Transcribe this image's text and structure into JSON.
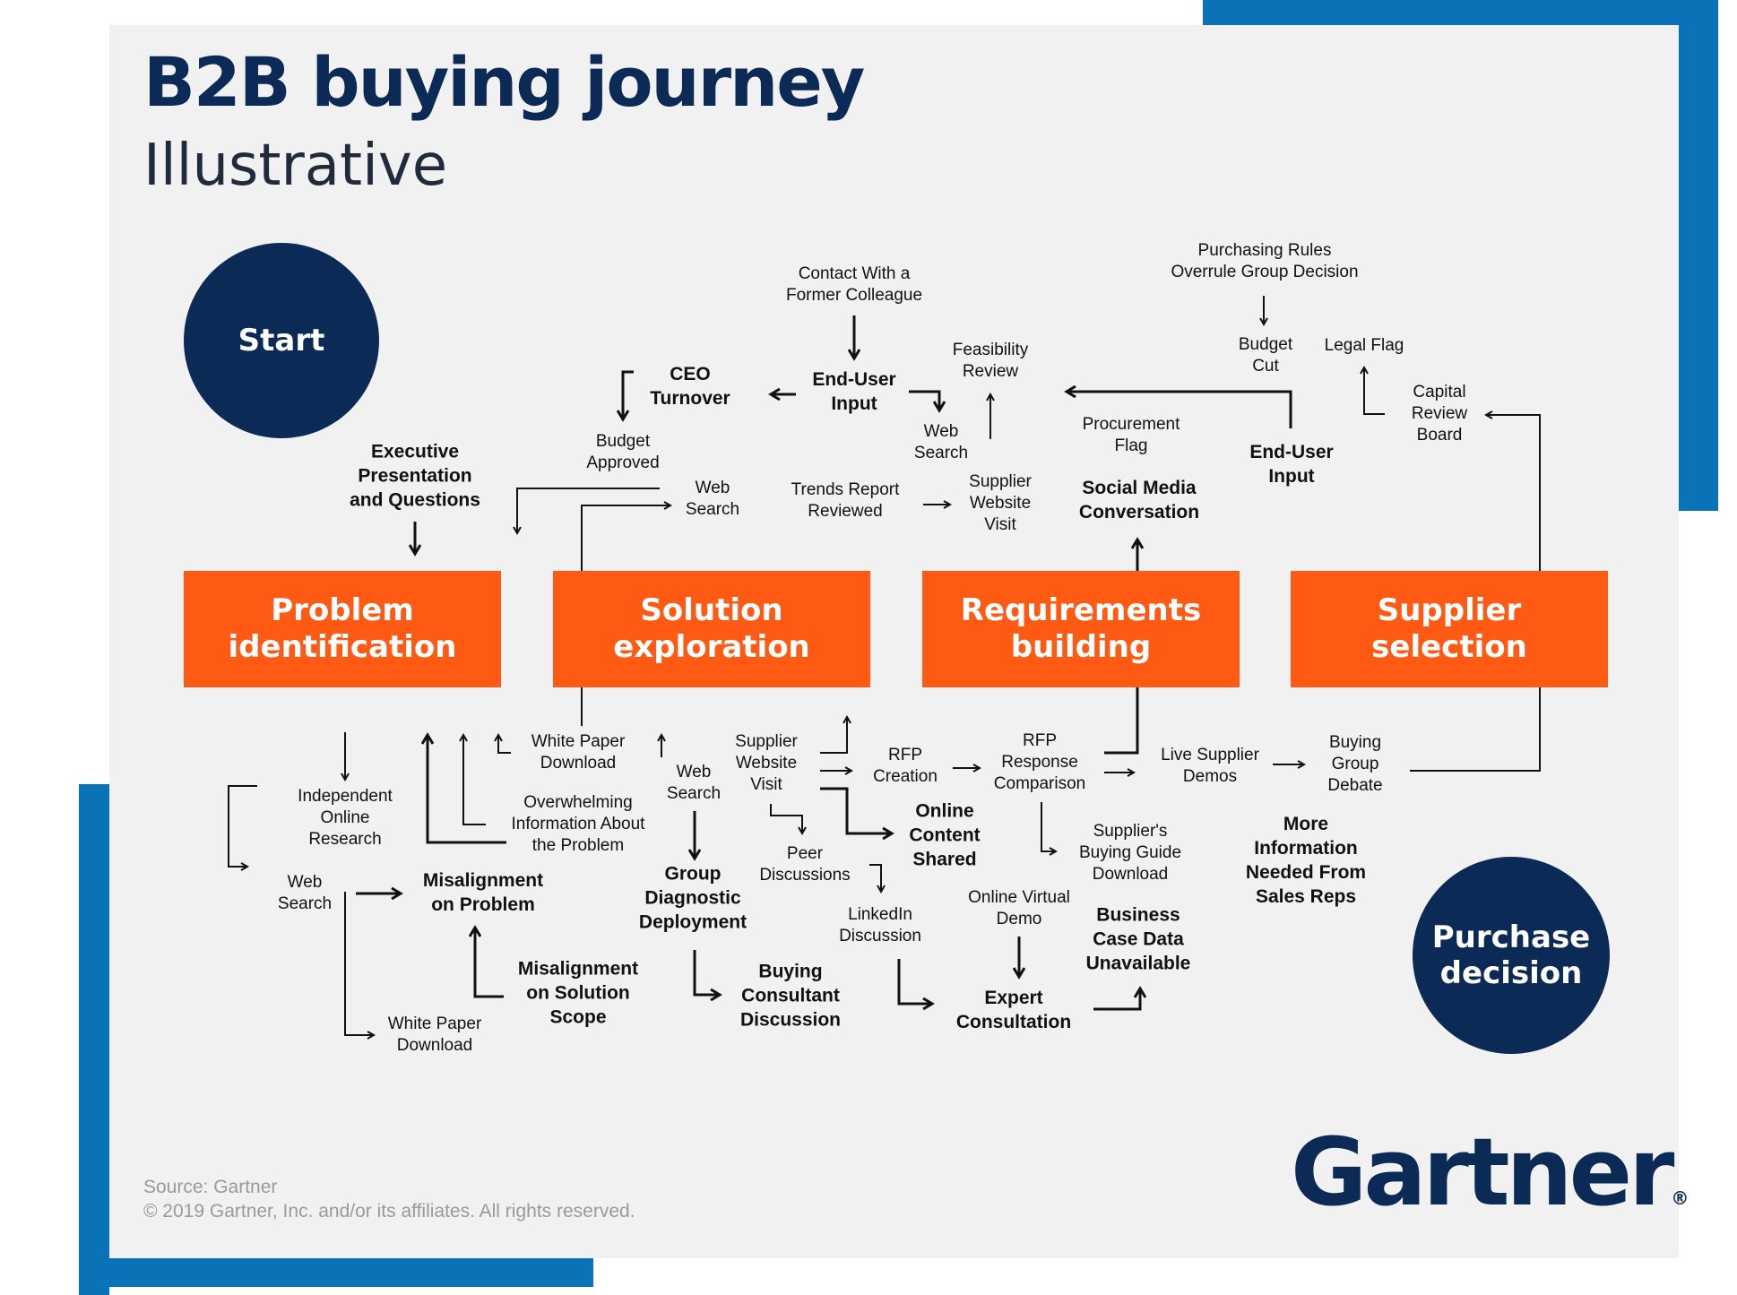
{
  "header": {
    "title": "B2B buying journey",
    "subtitle": "Illustrative"
  },
  "milestones": {
    "start": "Start",
    "end": "Purchase\ndecision"
  },
  "stages": [
    {
      "label": "Problem\nidentification"
    },
    {
      "label": "Solution\nexploration"
    },
    {
      "label": "Requirements\nbuilding"
    },
    {
      "label": "Supplier\nselection"
    }
  ],
  "labels": {
    "exec_presentation": "Executive\nPresentation\nand Questions",
    "ceo_turnover": "CEO\nTurnover",
    "budget_approved": "Budget\nApproved",
    "contact_colleague": "Contact With a\nFormer Colleague",
    "end_user_input_1": "End-User\nInput",
    "feasibility_review": "Feasibility\nReview",
    "web_search_top_1": "Web\nSearch",
    "web_search_top_2": "Web\nSearch",
    "trends_report": "Trends Report\nReviewed",
    "supplier_visit_top": "Supplier\nWebsite\nVisit",
    "procurement_flag": "Procurement\nFlag",
    "social_media": "Social Media\nConversation",
    "purchasing_rules": "Purchasing Rules\nOverrule Group Decision",
    "budget_cut": "Budget\nCut",
    "legal_flag": "Legal Flag",
    "end_user_input_2": "End-User\nInput",
    "capital_review": "Capital\nReview\nBoard",
    "independent_research": "Independent\nOnline\nResearch",
    "web_search_left": "Web\nSearch",
    "misalignment_problem": "Misalignment\non Problem",
    "white_paper_left": "White Paper\nDownload",
    "white_paper_mid": "White Paper\nDownload",
    "overwhelming_info": "Overwhelming\nInformation About\nthe Problem",
    "misalignment_scope": "Misalignment\non Solution\nScope",
    "web_search_mid": "Web\nSearch",
    "group_diagnostic": "Group\nDiagnostic\nDeployment",
    "buying_consultant": "Buying\nConsultant\nDiscussion",
    "supplier_visit_mid": "Supplier\nWebsite\nVisit",
    "peer_discussions": "Peer\nDiscussions",
    "rfp_creation": "RFP\nCreation",
    "online_content": "Online\nContent\nShared",
    "linkedin": "LinkedIn\nDiscussion",
    "rfp_response": "RFP\nResponse\nComparison",
    "supplier_guide": "Supplier's\nBuying Guide\nDownload",
    "online_demo": "Online Virtual\nDemo",
    "expert_consultation": "Expert\nConsultation",
    "business_case": "Business\nCase Data\nUnavailable",
    "live_demos": "Live Supplier\nDemos",
    "buying_group_debate": "Buying\nGroup\nDebate",
    "more_info": "More\nInformation\nNeeded From\nSales Reps"
  },
  "footer": {
    "source": "Source: Gartner",
    "copyright": "© 2019 Gartner, Inc. and/or its affiliates. All rights reserved.",
    "logo": "Gartner",
    "logo_mark": "®"
  },
  "colors": {
    "navy": "#0b2a55",
    "orange": "#ff5a14",
    "accent_blue": "#0a73b7",
    "panel": "#f1f1f1"
  }
}
